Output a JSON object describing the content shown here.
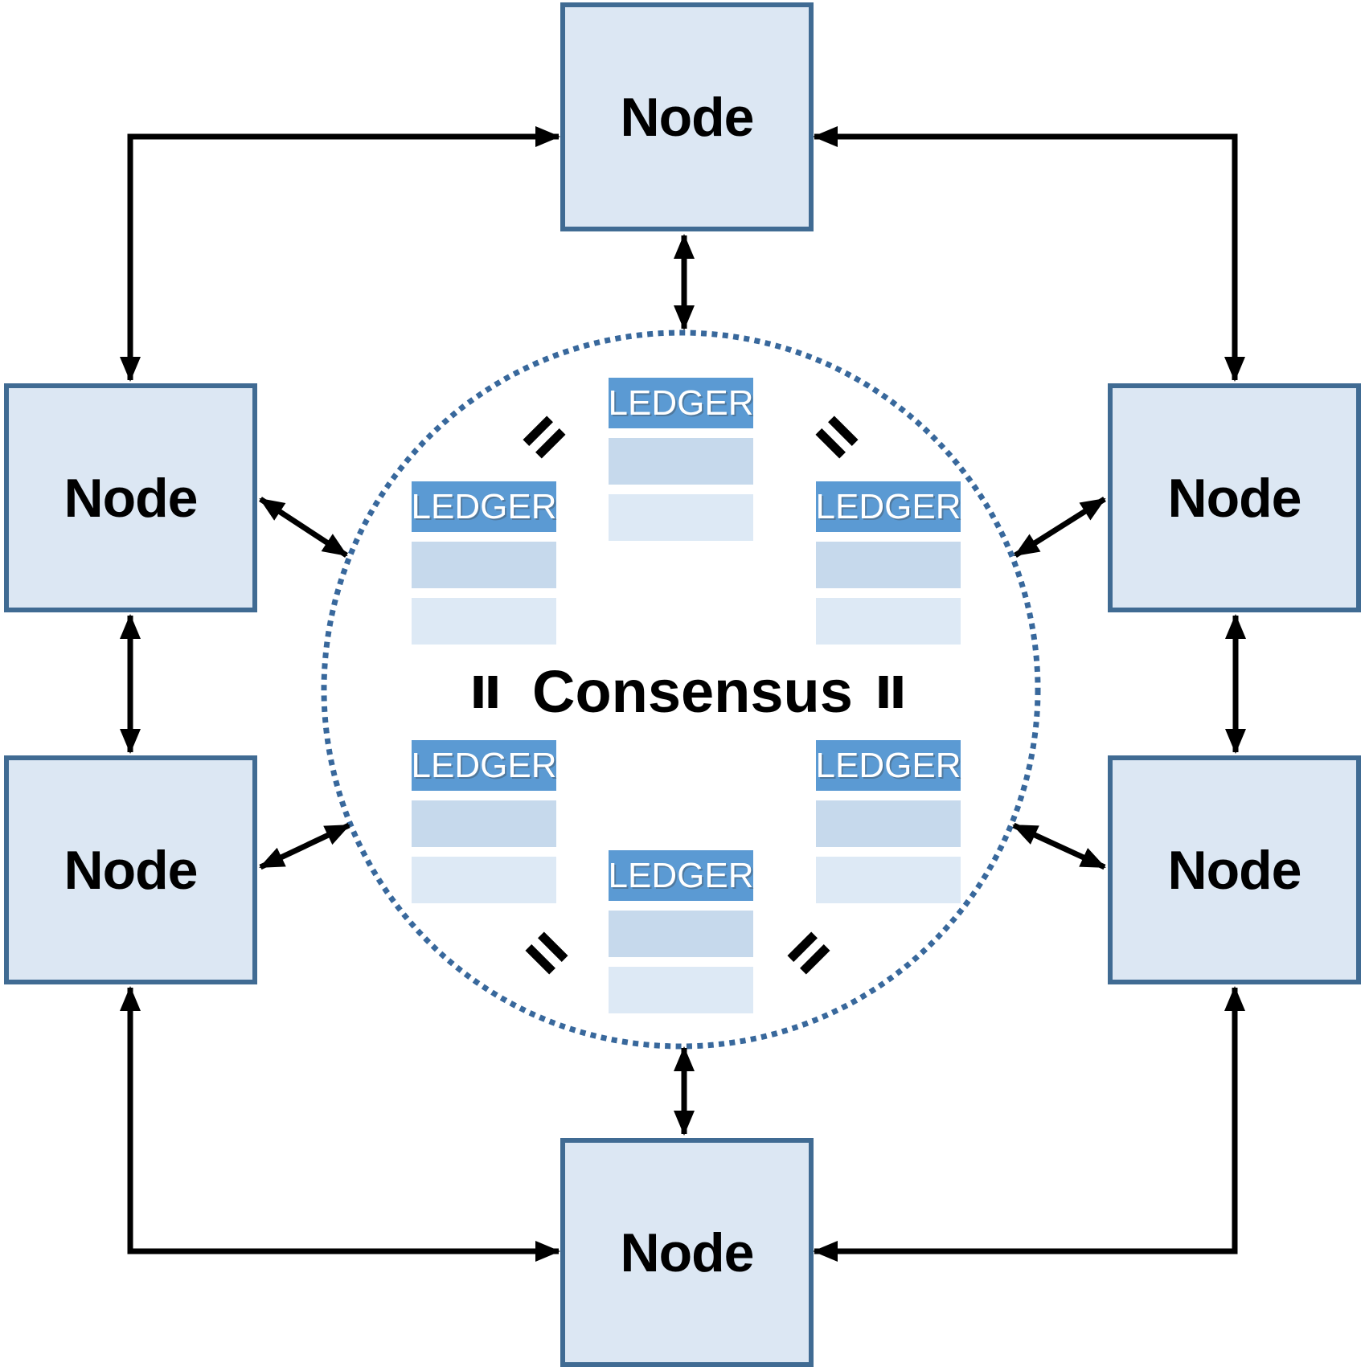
{
  "diagram": {
    "kind": "distributed-ledger-consensus-network",
    "center_label": "Consensus",
    "nodes": [
      {
        "id": "top",
        "label": "Node"
      },
      {
        "id": "upper-left",
        "label": "Node"
      },
      {
        "id": "upper-right",
        "label": "Node"
      },
      {
        "id": "lower-left",
        "label": "Node"
      },
      {
        "id": "lower-right",
        "label": "Node"
      },
      {
        "id": "bottom",
        "label": "Node"
      }
    ],
    "ledgers": [
      {
        "id": "top",
        "label": "LEDGER"
      },
      {
        "id": "mid-left",
        "label": "LEDGER"
      },
      {
        "id": "mid-right",
        "label": "LEDGER"
      },
      {
        "id": "lower-left",
        "label": "LEDGER"
      },
      {
        "id": "lower-right",
        "label": "LEDGER"
      },
      {
        "id": "bottom",
        "label": "LEDGER"
      }
    ],
    "colors": {
      "node_fill": "#dce7f3",
      "node_border": "#406b93",
      "ledger_header_fill": "#5b9ad3",
      "ledger_row_fill": "#c6d9ec",
      "ledger_row_alt_fill": "#dde9f5",
      "ring_dot": "#38689c",
      "arrow": "#000000",
      "ledger_text": "#ffffff",
      "label_text": "#000000"
    }
  }
}
